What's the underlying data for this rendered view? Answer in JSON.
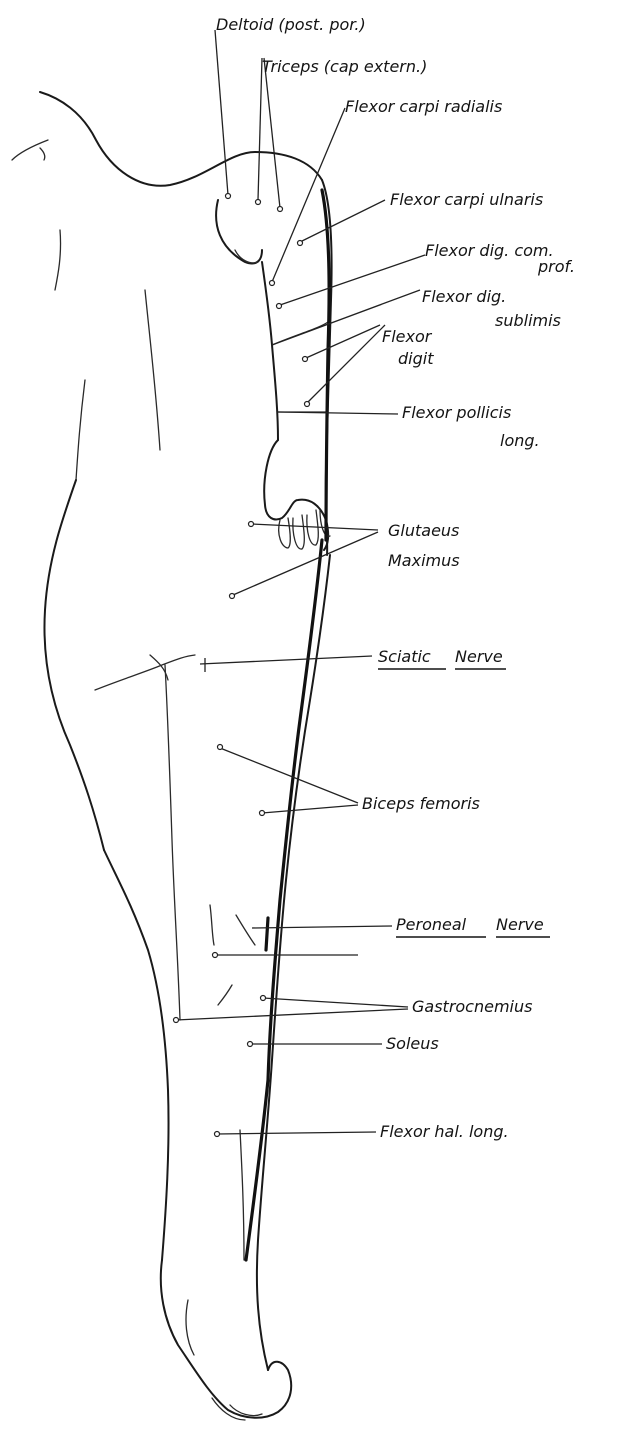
{
  "figure": {
    "labels": {
      "deltoid": "Deltoid (post. por.)",
      "triceps": "Triceps (cap extern.)",
      "flexor_carpi_radialis": "Flexor carpi radialis",
      "flexor_carpi_ulnaris": "Flexor carpi ulnaris",
      "flexor_dig_com_1": "Flexor dig. com.",
      "flexor_dig_com_2": "prof.",
      "flexor_dig_sub_1": "Flexor dig.",
      "flexor_dig_sub_2": "sublimis",
      "flexor_digit_1": "Flexor",
      "flexor_digit_2": "digit",
      "flexor_pollicis_1": "Flexor pollicis",
      "flexor_pollicis_2": "long.",
      "glutaeus_1": "Glutaeus",
      "glutaeus_2": "Maximus",
      "sciatic_a": "Sciatic",
      "sciatic_b": "Nerve",
      "biceps": "Biceps femoris",
      "peroneal_a": "Peroneal",
      "peroneal_b": "Nerve",
      "gastrocnemius": "Gastrocnemius",
      "soleus": "Soleus",
      "flexor_hal": "Flexor hal. long."
    }
  }
}
